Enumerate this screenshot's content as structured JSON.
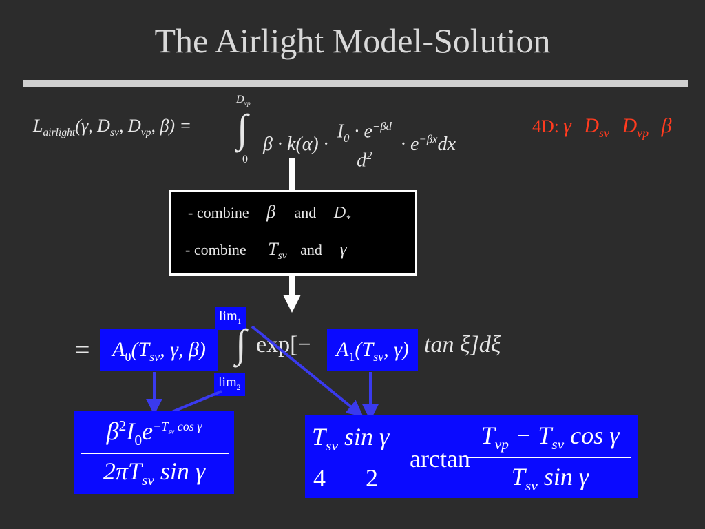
{
  "slide": {
    "title": "The Airlight Model-Solution"
  },
  "equation": {
    "lhs_symbol": "L",
    "lhs_subscript": "airlight",
    "lhs_args": "(γ, D",
    "lhs_sv": "sv",
    "lhs_comma": ", D",
    "lhs_vp": "vp",
    "lhs_end": ", β) =",
    "integral_upper": "D",
    "integral_upper_sub": "vp",
    "integral_lower": "0",
    "integrand_left": "β · k(α) ·",
    "fraction_numerator": "I",
    "fraction_numerator_sub": "0",
    "fraction_numerator_rest": " · e",
    "fraction_numerator_sup": "−βd",
    "fraction_denominator": "d",
    "fraction_denominator_sup": "2",
    "integrand_right": "· e",
    "integrand_right_sup": "−βx",
    "integrand_dx": "dx"
  },
  "dimensions": {
    "label": "4D:",
    "gamma": "γ",
    "dsv": "D",
    "dsv_sub": "sv",
    "dvp": "D",
    "dvp_sub": "vp",
    "beta": "β"
  },
  "combine_box": {
    "line1_text": "- combine",
    "line1_var": "β",
    "line1_and": "and",
    "line1_var2": "D",
    "line1_var2_sub": "*",
    "line2_text": "- combine",
    "line2_var": "T",
    "line2_var_sub": "sv",
    "line2_and": "and",
    "line2_var2": "γ"
  },
  "solution": {
    "equals": "=",
    "a0_symbol": "A",
    "a0_sub": "0",
    "a0_args": "(T",
    "a0_args_sub": "sv",
    "a0_args_end": ", γ, β)",
    "lim_upper": "lim",
    "lim_upper_sub": "1",
    "lim_lower": "lim",
    "lim_lower_sub": "2",
    "exp_text": "exp[−",
    "a1_symbol": "A",
    "a1_sub": "1",
    "a1_args": "(T",
    "a1_args_sub": "sv",
    "a1_args_end": ", γ)",
    "tan_text": "tan ξ]dξ"
  },
  "result_a0": {
    "numerator_beta": "β",
    "numerator_beta_sup": "2",
    "numerator_i": "I",
    "numerator_i_sub": "0",
    "numerator_e": "e",
    "numerator_e_sup": "−T",
    "numerator_e_sup_sub": "sv",
    "numerator_e_sup_rest": " cos γ",
    "denominator": "2πT",
    "denominator_sub": "sv",
    "denominator_rest": " sin γ"
  },
  "result_a1": {
    "left_frac_num": "T",
    "left_frac_num_sub": "sv",
    "left_frac_num_rest": " sin γ",
    "left_frac_den_a": "4",
    "left_frac_den_b": "2",
    "arctan": "arctan",
    "right_frac_num_a": "T",
    "right_frac_num_a_sub": "vp",
    "right_frac_num_mid": " − T",
    "right_frac_num_b_sub": "sv",
    "right_frac_num_rest": " cos γ",
    "right_frac_den": "T",
    "right_frac_den_sub": "sv",
    "right_frac_den_rest": " sin γ"
  },
  "colors": {
    "background": "#2c2c2c",
    "highlight_blue": "#0a0aff",
    "arrow_blue": "#3a3aee",
    "dimension_red": "#ff3b1f"
  }
}
